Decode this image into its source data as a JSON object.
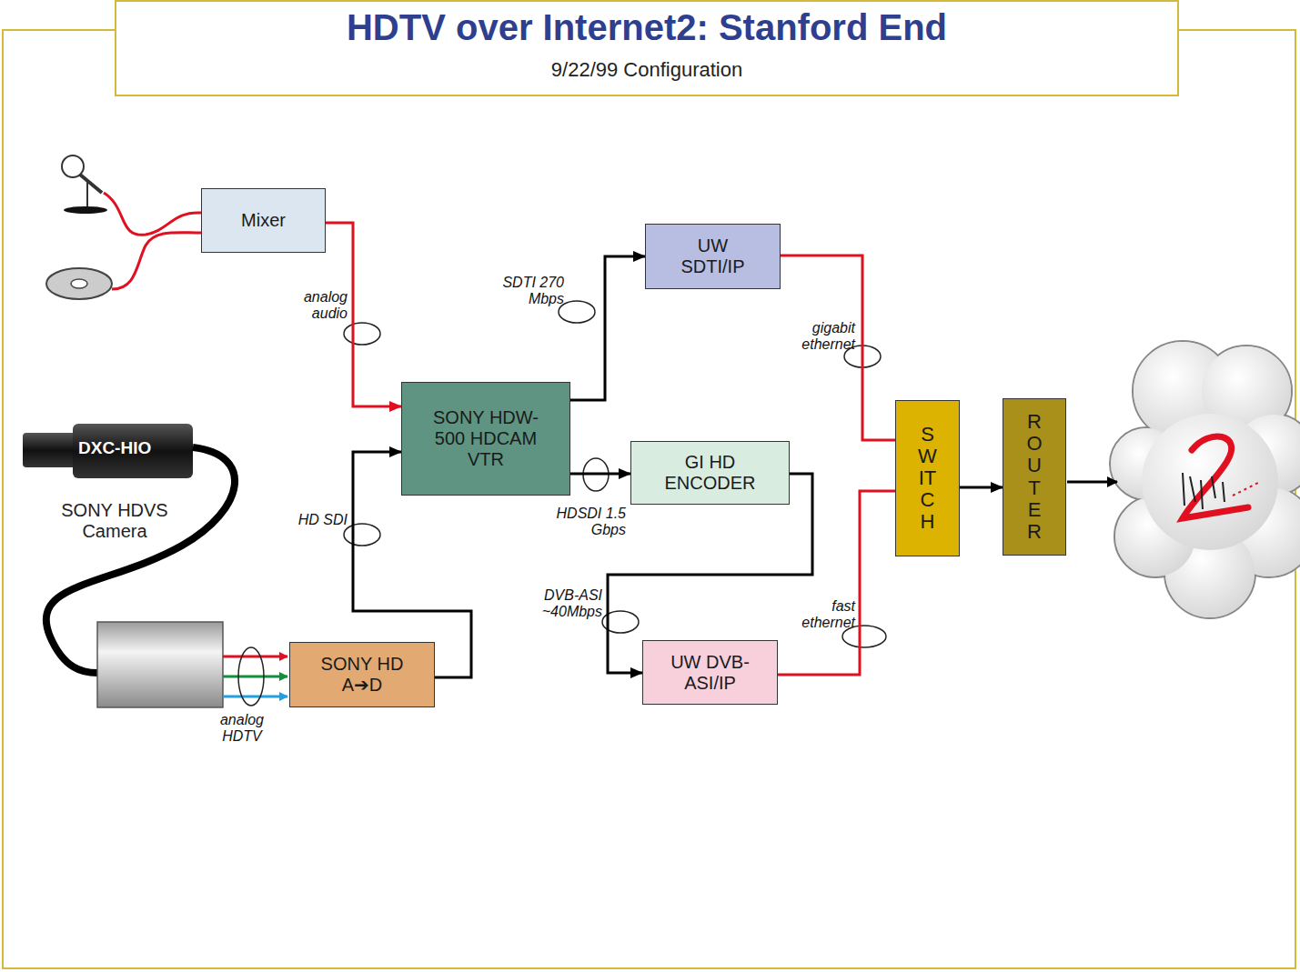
{
  "diagram": {
    "title": "HDTV over Internet2: Stanford End",
    "nodes": [
      {
        "text": [
          "Mixer"
        ]
      },
      {
        "text": [
          "UW SDTI/IP"
        ]
      },
      {
        "text": [
          "SONY HDW-500 HDCAM VTR"
        ]
      },
      {
        "text": [
          "GI HD ENCODER"
        ]
      },
      {
        "text": [
          "SWITCH"
        ]
      },
      {
        "text": [
          "ROUTER"
        ]
      },
      {
        "text": [
          "UW DVB-ASI/IP"
        ]
      },
      {
        "text": [
          "SONY HD A➔D"
        ]
      }
    ],
    "edges": [
      {
        "from": 0,
        "to": 2,
        "arrow": "to",
        "label": "analog audio"
      },
      {
        "from": 7,
        "to": 2,
        "arrow": "to",
        "label": "HD SDI"
      },
      {
        "from": 2,
        "to": 1,
        "arrow": "to",
        "label": "SDTI 270 Mbps"
      },
      {
        "from": 2,
        "to": 3,
        "arrow": "to",
        "label": "HDSDI 1.5 Gbps"
      },
      {
        "from": 3,
        "to": 6,
        "arrow": "to",
        "label": "DVB-ASI ~40Mbps"
      },
      {
        "from": 1,
        "to": 4,
        "arrow": "none",
        "label": "gigabit ethernet"
      },
      {
        "from": 6,
        "to": 4,
        "arrow": "none",
        "label": "fast ethernet"
      },
      {
        "from": 4,
        "to": 5,
        "arrow": "to"
      }
    ],
    "labels": [
      "9/22/99 Configuration",
      "DXC-HIO",
      "SONY HDVS Camera",
      "analog HDTV"
    ]
  }
}
